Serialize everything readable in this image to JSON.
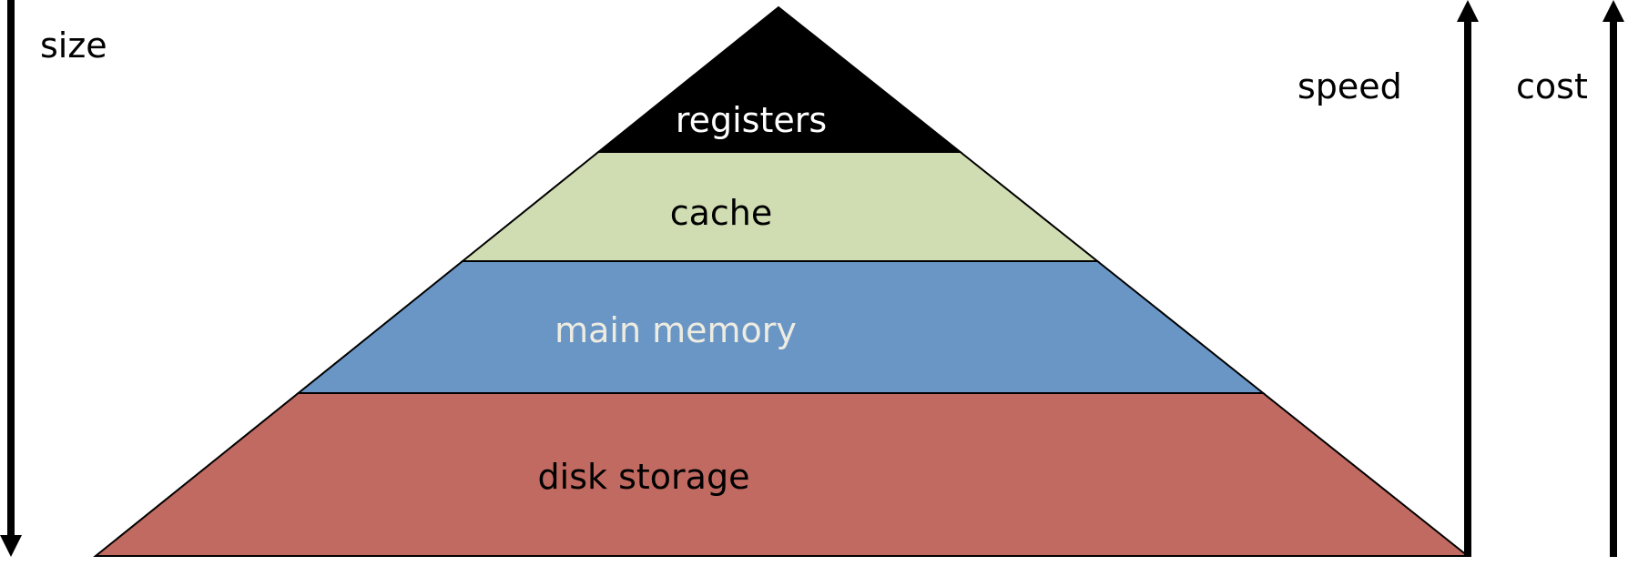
{
  "title": "Memory hierarchy pyramid",
  "layers": [
    {
      "id": "registers",
      "label": "registers",
      "fill": "#000000",
      "text_color": "#FFFFFF"
    },
    {
      "id": "cache",
      "label": "cache",
      "fill": "#D0DCB1",
      "text_color": "#000000"
    },
    {
      "id": "main-memory",
      "label": "main memory",
      "fill": "#6A96C6",
      "text_color": "#EEECE1"
    },
    {
      "id": "disk-storage",
      "label": "disk storage",
      "fill": "#C06A61",
      "text_color": "#000000"
    }
  ],
  "axes": {
    "size": {
      "label": "size",
      "direction": "down"
    },
    "speed": {
      "label": "speed",
      "direction": "up"
    },
    "cost": {
      "label": "cost",
      "direction": "up"
    }
  },
  "outline_color": "#000000"
}
